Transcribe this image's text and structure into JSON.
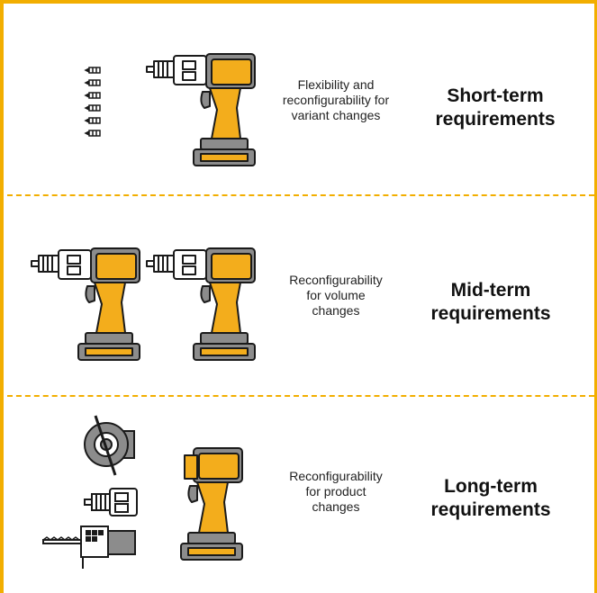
{
  "colors": {
    "accent": "#f2ae00",
    "tool_body": "#f3ad1c",
    "tool_gray": "#8c8c8c",
    "outline": "#1a1a1a"
  },
  "icons": [
    "drill-bit-icon",
    "cordless-drill-icon",
    "angle-grinder-attachment-icon",
    "drill-attachment-icon",
    "jigsaw-attachment-icon",
    "tool-base-icon"
  ],
  "rows": [
    {
      "description": "Flexibility and\nreconfigurability for\nvariant changes",
      "title": "Short-term\nrequirements"
    },
    {
      "description": "Reconfigurability\nfor volume\nchanges",
      "title": "Mid-term\nrequirements"
    },
    {
      "description": "Reconfigurability\nfor product\nchanges",
      "title": "Long-term\nrequirements"
    }
  ]
}
